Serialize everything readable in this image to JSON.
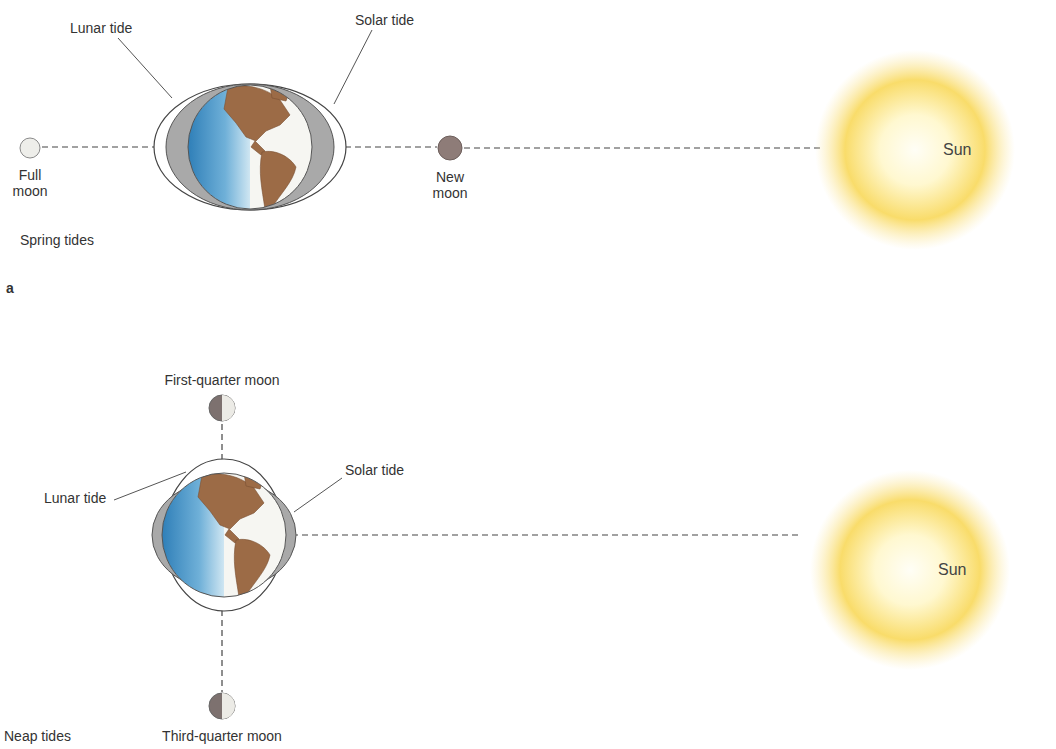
{
  "diagram": {
    "nodes": [
      {
        "text": [
          "Full moon"
        ]
      },
      {
        "text": [
          "New moon"
        ]
      },
      {
        "text": [
          "Sun"
        ]
      },
      {
        "text": [
          "First-quarter moon"
        ]
      },
      {
        "text": [
          "Third-quarter moon"
        ]
      },
      {
        "text": [
          "Sun"
        ]
      }
    ],
    "edges": [
      {
        "from": 1,
        "to": 2,
        "arrow": "none"
      }
    ],
    "labels": [
      "Lunar tide",
      "Solar tide",
      "Spring tides",
      "a",
      "Lunar tide",
      "Solar tide",
      "Neap tides"
    ]
  }
}
